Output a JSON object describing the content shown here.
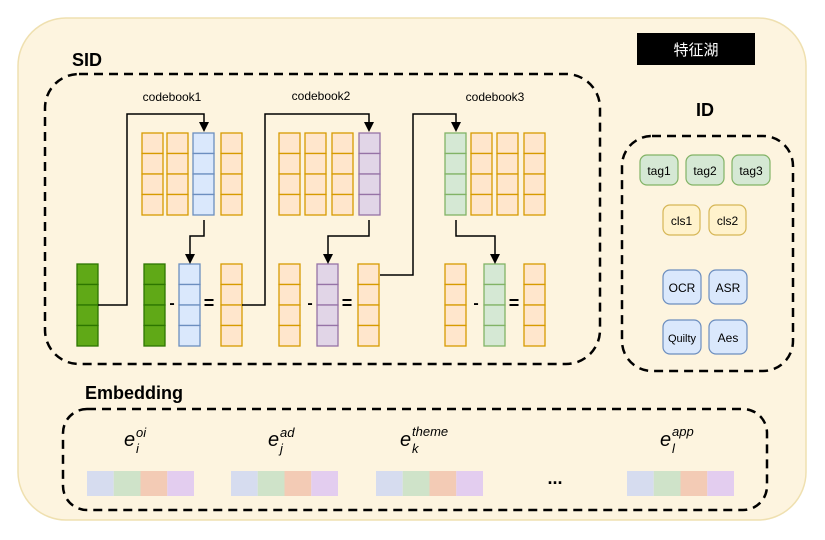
{
  "header": {
    "badge": "特征湖"
  },
  "sid": {
    "title": "SID",
    "codebooks": [
      "codebook1",
      "codebook2",
      "codebook3"
    ],
    "ops": {
      "minus": "-",
      "equals": "="
    }
  },
  "id_panel": {
    "title": "ID",
    "tags": [
      "tag1",
      "tag2",
      "tag3"
    ],
    "cls": [
      "cls1",
      "cls2"
    ],
    "features": [
      "OCR",
      "ASR",
      "Quilty",
      "Aes"
    ]
  },
  "embedding": {
    "title": "Embedding",
    "items": [
      {
        "base": "e",
        "sub": "i",
        "sup": "oi"
      },
      {
        "base": "e",
        "sub": "j",
        "sup": "ad"
      },
      {
        "base": "e",
        "sub": "k",
        "sup": "theme"
      },
      {
        "base": "e",
        "sub": "l",
        "sup": "app"
      }
    ],
    "ellipsis": "..."
  },
  "colors": {
    "outer_fill": "#fdf4df",
    "outer_stroke": "#efe0b0",
    "orange_fill": "#ffe6cc",
    "orange_stroke": "#d79b00",
    "blue_fill": "#dae8fc",
    "blue_stroke": "#6c8ebf",
    "purple_fill": "#e1d5e7",
    "purple_stroke": "#9673a6",
    "green_fill": "#d5e8d4",
    "green_stroke": "#82b366",
    "dark_green_fill": "#60a917",
    "dark_green_stroke": "#2d7600",
    "yellow_fill": "#fff2cc",
    "yellow_stroke": "#d6b656",
    "emb_blue": "#d6dcef",
    "emb_green": "#cfe3c9",
    "emb_orange": "#f3cbb5",
    "emb_purple": "#e3cdef"
  }
}
